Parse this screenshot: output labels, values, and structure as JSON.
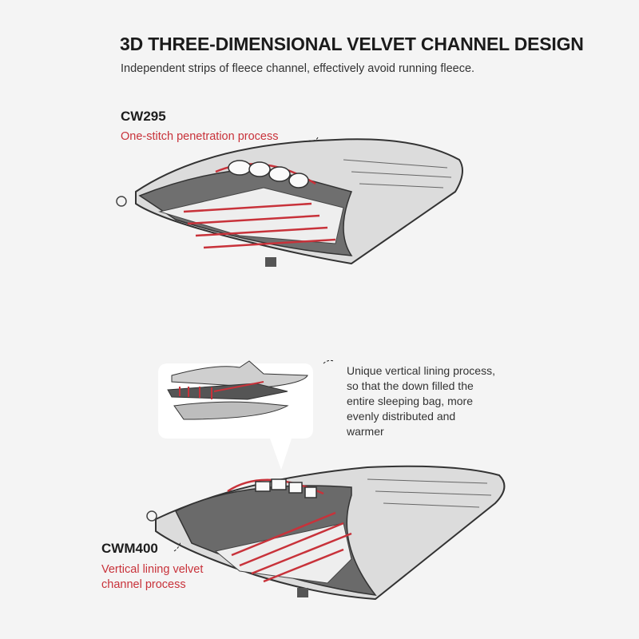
{
  "header": {
    "title": "3D THREE-DIMENSIONAL VELVET CHANNEL DESIGN",
    "subtitle": "Independent strips of fleece channel, effectively avoid running fleece."
  },
  "products": [
    {
      "model": "CW295",
      "process": "One-stitch penetration process"
    },
    {
      "model": "CWM400",
      "process_lines": [
        "Vertical lining velvet",
        "channel process"
      ]
    }
  ],
  "callout": {
    "lines": [
      "Unique vertical lining process,",
      "so that the down filled the",
      "entire sleeping bag, more",
      "evenly distributed and",
      "warmer"
    ]
  },
  "colors": {
    "accent": "#c8323a",
    "background": "#f4f4f4"
  }
}
